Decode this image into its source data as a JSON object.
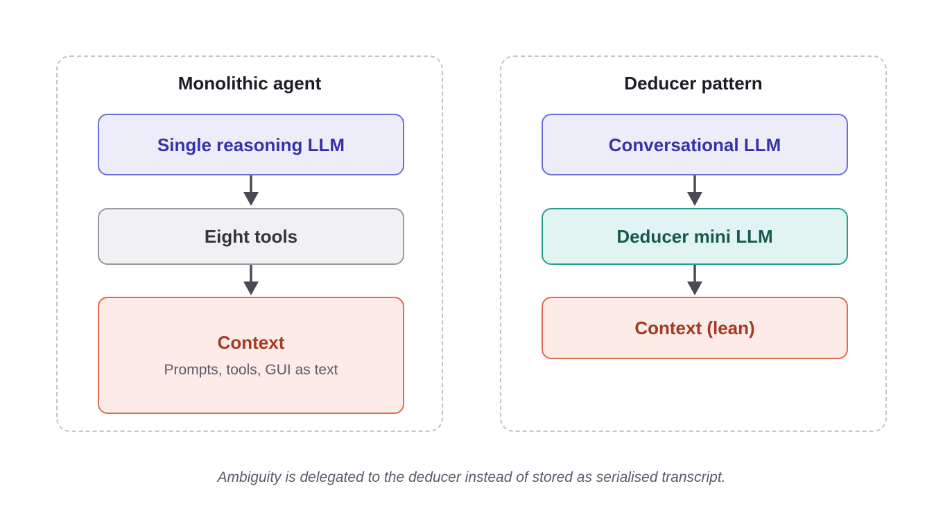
{
  "left_panel": {
    "title": "Monolithic agent",
    "nodes": [
      {
        "title": "Single reasoning LLM",
        "style": "blue"
      },
      {
        "title": "Eight tools",
        "style": "gray"
      },
      {
        "title": "Context",
        "subtitle": "Prompts, tools, GUI as text",
        "style": "red"
      }
    ]
  },
  "right_panel": {
    "title": "Deducer pattern",
    "nodes": [
      {
        "title": "Conversational LLM",
        "style": "blue"
      },
      {
        "title": "Deducer mini LLM",
        "style": "teal"
      },
      {
        "title": "Context (lean)",
        "style": "red"
      }
    ]
  },
  "caption": "Ambiguity is delegated to the deducer instead of stored as serialised transcript.",
  "colors": {
    "blue_border": "#6b6fdc",
    "blue_fill": "#ededf9",
    "blue_text": "#3732a6",
    "gray_border": "#9a9a9e",
    "gray_fill": "#f1f1f3",
    "teal_border": "#2a9d8f",
    "teal_fill": "#e1f4f1",
    "red_border": "#e06c50",
    "red_fill": "#fdebe8",
    "red_text": "#a53a20",
    "arrow": "#4a4a55"
  }
}
